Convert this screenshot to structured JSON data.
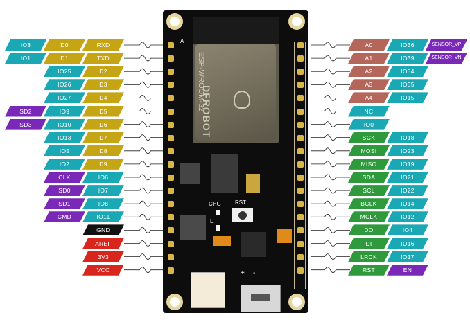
{
  "colors": {
    "teal": "#19a8b4",
    "gold": "#c6a514",
    "purple": "#7a28b8",
    "salmon": "#b5665a",
    "green": "#2e9a3c",
    "black": "#111111",
    "red": "#d8261c",
    "board": "#0d0d0d",
    "module": "#7a7461"
  },
  "left_rows": [
    [
      "IO3",
      "D0",
      "RXD"
    ],
    [
      "IO1",
      "D1",
      "TXD"
    ],
    [
      "IO25",
      "D2"
    ],
    [
      "IO26",
      "D3"
    ],
    [
      "IO27",
      "D4"
    ],
    [
      "SD2",
      "IO9",
      "D5"
    ],
    [
      "SD3",
      "IO10",
      "D6"
    ],
    [
      "IO13",
      "D7"
    ],
    [
      "IO5",
      "D8"
    ],
    [
      "IO2",
      "D9"
    ],
    [
      "CLK",
      "IO6"
    ],
    [
      "SD0",
      "IO7"
    ],
    [
      "SD1",
      "IO8"
    ],
    [
      "CMD",
      "IO11"
    ],
    [
      "GND"
    ],
    [
      "AREF"
    ],
    [
      "3V3"
    ],
    [
      "VCC"
    ]
  ],
  "right_rows": [
    [
      "A0",
      "IO36",
      "SENSOR_VP"
    ],
    [
      "A1",
      "IO39",
      "SENSOR_VN"
    ],
    [
      "A2",
      "IO34"
    ],
    [
      "A3",
      "IO35"
    ],
    [
      "A4",
      "IO15"
    ],
    [
      "NC"
    ],
    [
      "IO0"
    ],
    [
      "SCK",
      "IO18"
    ],
    [
      "MOSI",
      "IO23"
    ],
    [
      "MISO",
      "IO19"
    ],
    [
      "SDA",
      "IO21"
    ],
    [
      "SCL",
      "IO22"
    ],
    [
      "BCLK",
      "IO14"
    ],
    [
      "MCLK",
      "IO12"
    ],
    [
      "DO",
      "IO4"
    ],
    [
      "DI",
      "IO16"
    ],
    [
      "LRCK",
      "IO17"
    ],
    [
      "RST",
      "EN"
    ]
  ],
  "board": {
    "brand": "DFROBOT",
    "module": "ESP-WROOM-32",
    "chg_label": "CHG",
    "l_label": "L",
    "rst_label": "RST",
    "a_mark": "A",
    "plus": "+",
    "minus": "-"
  }
}
